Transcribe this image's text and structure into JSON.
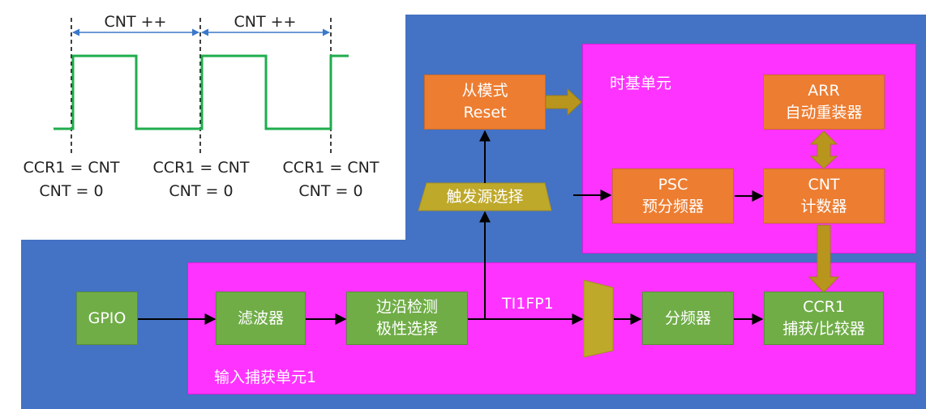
{
  "colors": {
    "background": "#4472c4",
    "panel": "#ff33ff",
    "block_orange": "#ed7d31",
    "block_green": "#70ad47",
    "trapezoid": "#bfa92b",
    "arrow_gold": "#b8961e",
    "waveform": "#1fad4c",
    "line": "#000000"
  },
  "waveform": {
    "cnt_labels": [
      "CNT ++",
      "CNT ++"
    ],
    "events": [
      {
        "line1": "CCR1 = CNT",
        "line2": "CNT = 0"
      },
      {
        "line1": "CCR1 = CNT",
        "line2": "CNT = 0"
      },
      {
        "line1": "CCR1 = CNT",
        "line2": "CNT = 0"
      }
    ]
  },
  "timebase": {
    "title": "时基单元",
    "arr": {
      "line1": "ARR",
      "line2": "自动重装器"
    },
    "psc": {
      "line1": "PSC",
      "line2": "预分频器"
    },
    "cnt": {
      "line1": "CNT",
      "line2": "计数器"
    }
  },
  "slave": {
    "line1": "从模式",
    "line2": "Reset"
  },
  "trigger_select": "触发源选择",
  "input_capture": {
    "title": "输入捕获单元1",
    "gpio": "GPIO",
    "filter": "滤波器",
    "edge": {
      "line1": "边沿检测",
      "line2": "极性选择"
    },
    "signal_label": "TI1FP1",
    "divider": "分频器",
    "ccr1": {
      "line1": "CCR1",
      "line2": "捕获/比较器"
    }
  }
}
